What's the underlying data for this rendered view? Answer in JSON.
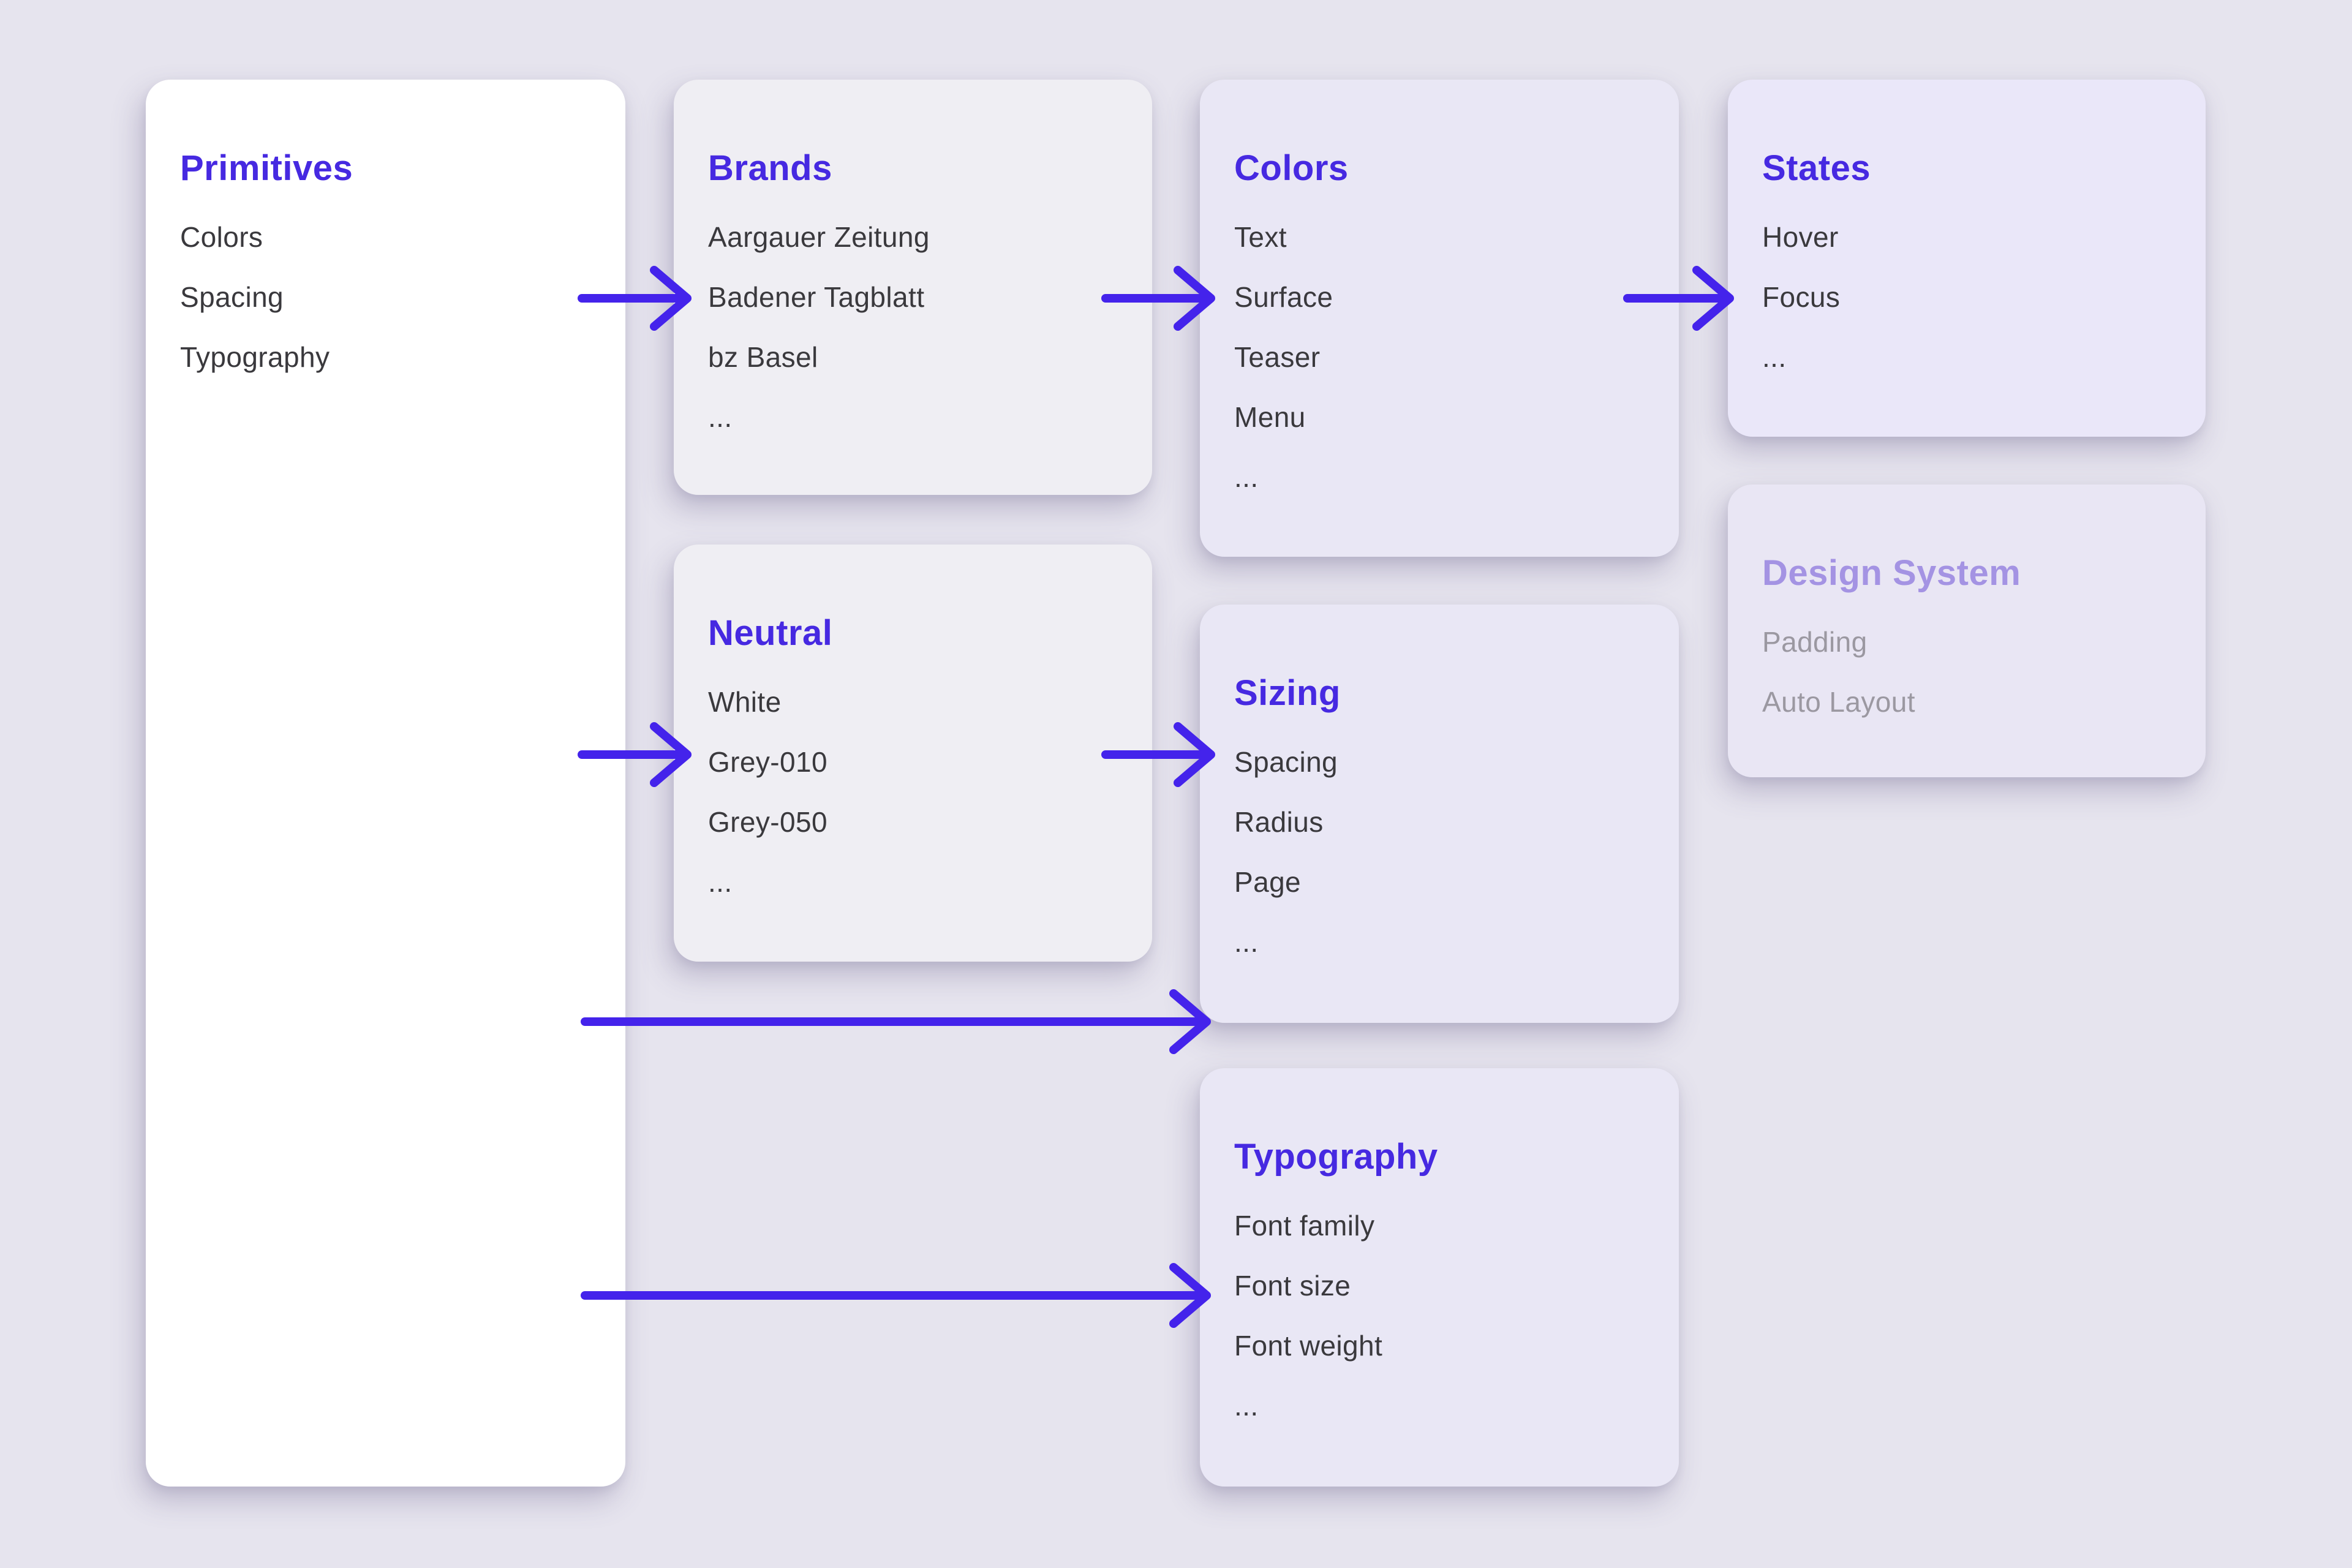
{
  "canvas": {
    "background": "#E6E4EE"
  },
  "palette": {
    "accent_title": "#4629E1",
    "arrow": "#4423EB",
    "item_text": "#3A393D",
    "muted_title": "#A493E3",
    "muted_item": "#9B98A1",
    "card_white": "#FFFFFF",
    "card_grey": "#EFEEF3",
    "card_lavender": "#E9E7F5",
    "card_lilac": "#EAE7F9",
    "card_lilac2": "#E9E6F4"
  },
  "cards": [
    {
      "id": "primitives",
      "title": "Primitives",
      "items": [
        "Colors",
        "Spacing",
        "Typography"
      ],
      "muted": false
    },
    {
      "id": "brands",
      "title": "Brands",
      "items": [
        "Aargauer Zeitung",
        "Badener Tagblatt",
        "bz Basel",
        "..."
      ],
      "muted": false
    },
    {
      "id": "colors",
      "title": "Colors",
      "items": [
        "Text",
        "Surface",
        "Teaser",
        "Menu",
        "..."
      ],
      "muted": false
    },
    {
      "id": "states",
      "title": "States",
      "items": [
        "Hover",
        "Focus",
        "..."
      ],
      "muted": false
    },
    {
      "id": "design-system",
      "title": "Design System",
      "items": [
        "Padding",
        "Auto Layout"
      ],
      "muted": true
    },
    {
      "id": "neutral",
      "title": "Neutral",
      "items": [
        "White",
        "Grey-010",
        "Grey-050",
        "..."
      ],
      "muted": false
    },
    {
      "id": "sizing",
      "title": "Sizing",
      "items": [
        "Spacing",
        "Radius",
        "Page",
        "..."
      ],
      "muted": false
    },
    {
      "id": "typography",
      "title": "Typography",
      "items": [
        "Font family",
        "Font size",
        "Font weight",
        "..."
      ],
      "muted": false
    }
  ],
  "connections": [
    {
      "from": "primitives",
      "to": "brands"
    },
    {
      "from": "brands",
      "to": "colors"
    },
    {
      "from": "colors",
      "to": "states"
    },
    {
      "from": "primitives",
      "to": "neutral"
    },
    {
      "from": "neutral",
      "to": "sizing"
    },
    {
      "from": "primitives",
      "to": "sizing"
    },
    {
      "from": "primitives",
      "to": "typography"
    }
  ]
}
